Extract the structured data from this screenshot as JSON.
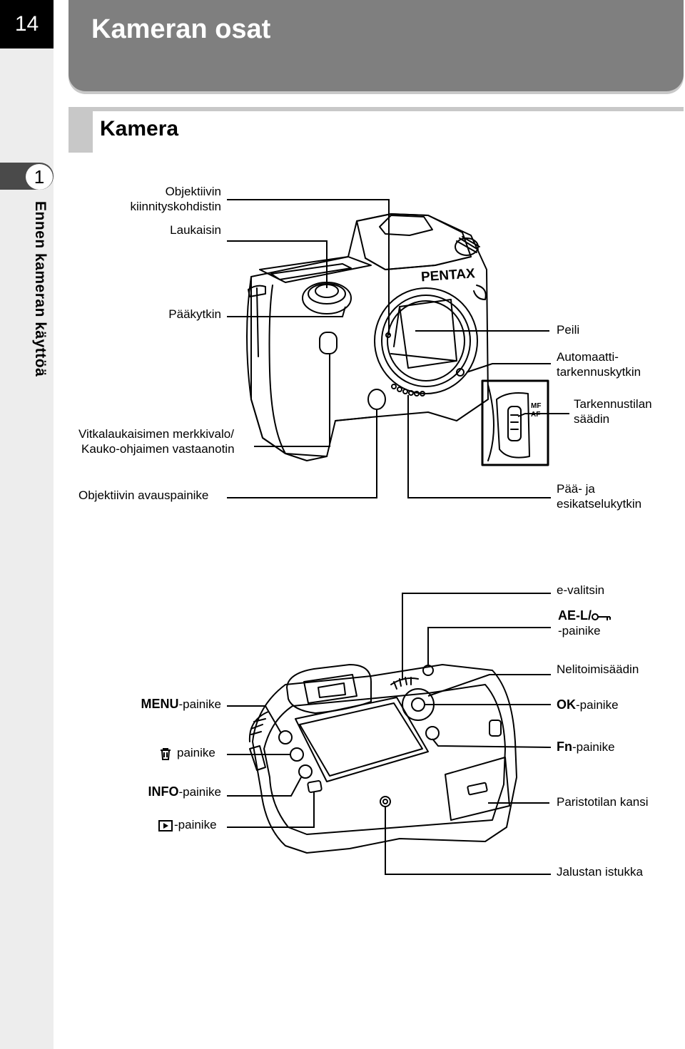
{
  "page_number": "14",
  "page_title": "Kameran osat",
  "section_title": "Kamera",
  "chapter": {
    "number": "1",
    "title": "Ennen kameran käyttöä"
  },
  "front_labels": {
    "lens_mount_index_1": "Objektiivin",
    "lens_mount_index_2": "kiinnityskohdistin",
    "shutter_release": "Laukaisin",
    "main_switch": "Pääkytkin",
    "self_timer_1": "Vitkalaukaisimen merkkivalo/",
    "self_timer_2": "Kauko-ohjaimen vastaanotin",
    "lens_unlock": "Objektiivin avauspainike",
    "mirror": "Peili",
    "af_coupler_1": "Automaatti-",
    "af_coupler_2": "tarkennuskytkin",
    "focus_mode_1": "Tarkennustilan",
    "focus_mode_2": "säädin",
    "main_preview_1": "Pää- ja",
    "main_preview_2": "esikatselukytkin"
  },
  "back_labels": {
    "e_dial": "e-valitsin",
    "ael_symbol": "AE-L/",
    "ael_suffix": "-painike",
    "four_way": "Nelitoimisäädin",
    "menu_symbol": "MENU",
    "menu_suffix": "-painike",
    "ok_symbol": "OK",
    "ok_suffix": "-painike",
    "delete_suffix": "painike",
    "fn_symbol": "Fn",
    "fn_suffix": "-painike",
    "info_symbol": "INFO",
    "info_suffix": "-painike",
    "battery_cover": "Paristotilan kansi",
    "playback_suffix": "-painike",
    "tripod_socket": "Jalustan istukka"
  },
  "camera_brand": "PENTAX",
  "switch_marks": {
    "mf": "MF",
    "af": "AF"
  },
  "icons": [
    "trash-icon",
    "playback-icon",
    "key-icon"
  ]
}
